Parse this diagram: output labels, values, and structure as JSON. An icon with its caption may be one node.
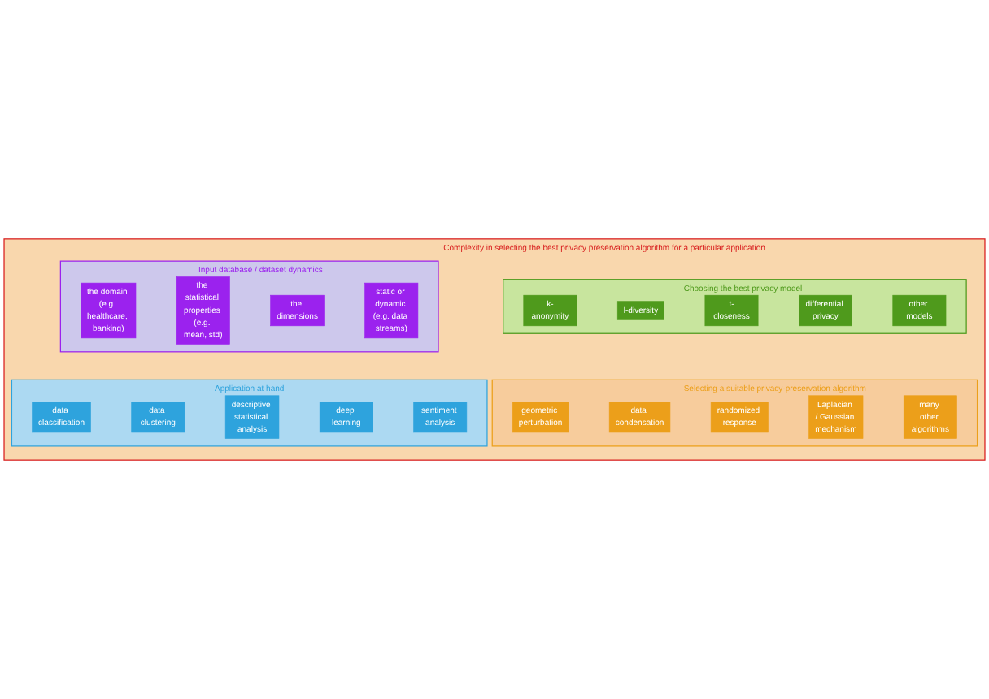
{
  "diagram": {
    "nodes": [
      {
        "text": [
          "Complexity in selecting the best privacy preservation algorithm for a particular application"
        ]
      },
      {
        "text": [
          "Choosing the best privacy model"
        ],
        "in": 0
      },
      {
        "text": [
          "k-anonymity"
        ],
        "in": 1
      },
      {
        "text": [
          "l-diversity"
        ],
        "in": 1
      },
      {
        "text": [
          "t-closeness"
        ],
        "in": 1
      },
      {
        "text": [
          "differential privacy"
        ],
        "in": 1
      },
      {
        "text": [
          "other models"
        ],
        "in": 1
      },
      {
        "text": [
          "Input database / dataset dynamics"
        ],
        "in": 0
      },
      {
        "text": [
          "the domain (e.g. healthcare, banking)"
        ],
        "in": 7
      },
      {
        "text": [
          "the statistical properties (e.g. mean, std)"
        ],
        "in": 7
      },
      {
        "text": [
          "the dimensions"
        ],
        "in": 7
      },
      {
        "text": [
          "static or dynamic (e.g. data streams)"
        ],
        "in": 7
      },
      {
        "text": [
          "Selecting a suitable privacy-preservation algorithm"
        ],
        "in": 0
      },
      {
        "text": [
          "geometric perturbation"
        ],
        "in": 12
      },
      {
        "text": [
          "data condensation"
        ],
        "in": 12
      },
      {
        "text": [
          "randomized response"
        ],
        "in": 12
      },
      {
        "text": [
          "Laplacian / Gaussian mechanism"
        ],
        "in": 12
      },
      {
        "text": [
          "many other algorithms"
        ],
        "in": 12
      },
      {
        "text": [
          "Application at hand"
        ],
        "in": 0
      },
      {
        "text": [
          "data classification"
        ],
        "in": 18
      },
      {
        "text": [
          "data clustering"
        ],
        "in": 18
      },
      {
        "text": [
          "descriptive statistical analysis"
        ],
        "in": 18
      },
      {
        "text": [
          "deep learning"
        ],
        "in": 18
      },
      {
        "text": [
          "sentiment analysis"
        ],
        "in": 18
      }
    ],
    "edges": []
  }
}
